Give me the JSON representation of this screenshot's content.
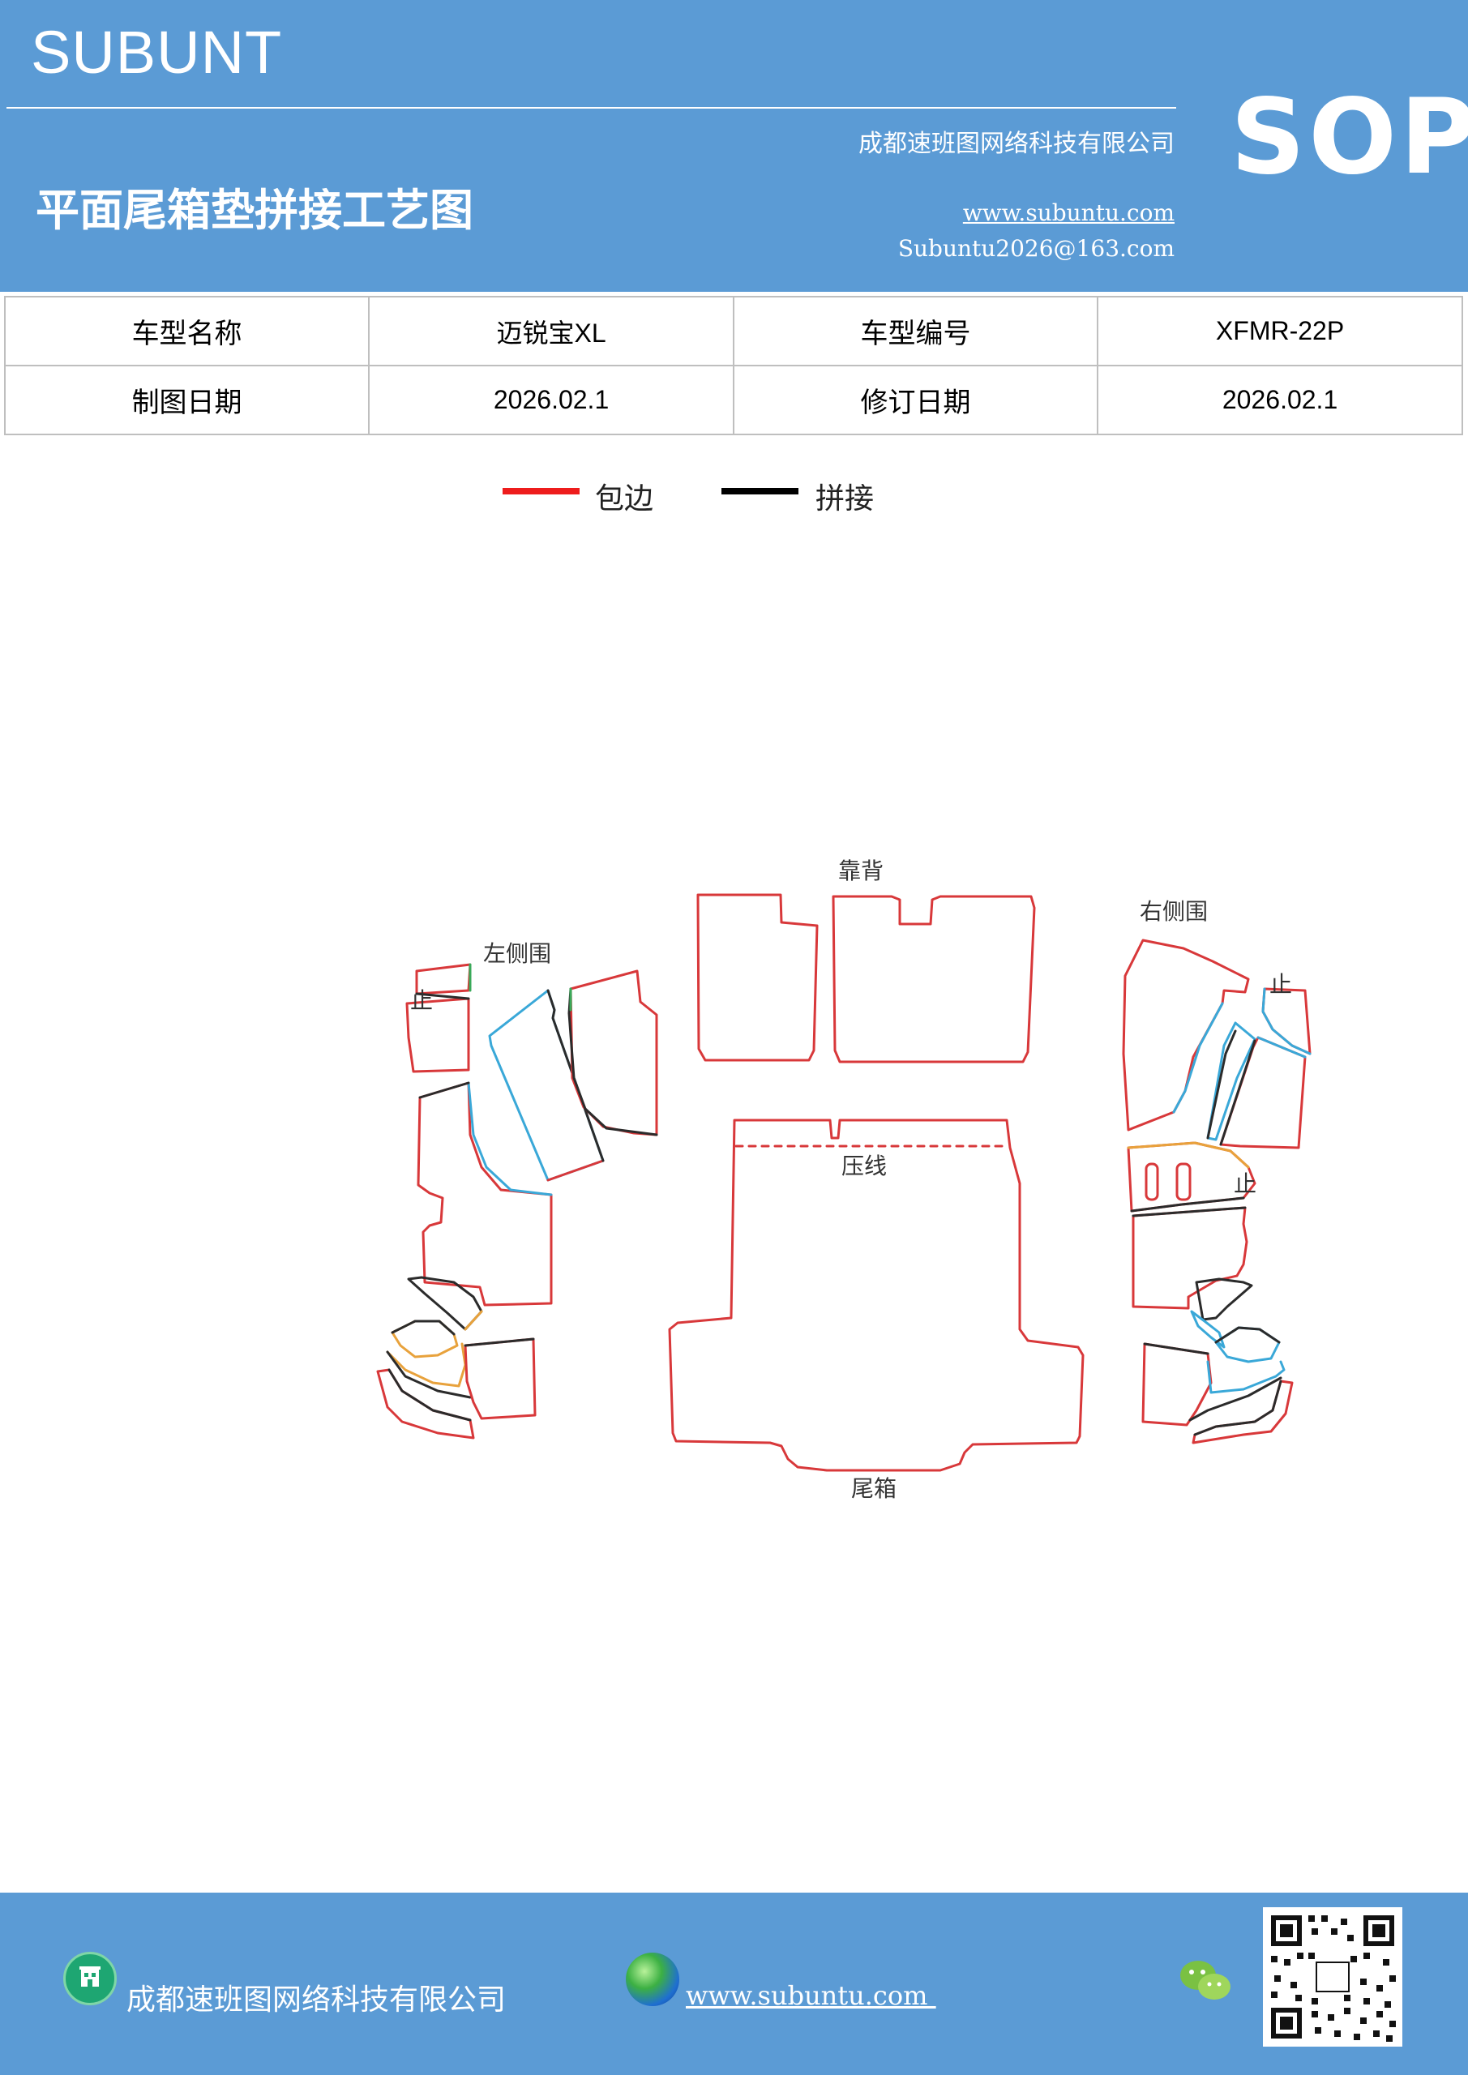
{
  "header": {
    "brand": "SUBUNT",
    "badge": "SOP",
    "company": "成都速班图网络科技有限公司",
    "title": "平面尾箱垫拼接工艺图",
    "website": "www.subuntu.com",
    "email": "Subuntu2026@163.com"
  },
  "info_table": {
    "rows": [
      [
        "车型名称",
        "迈锐宝XL",
        "车型编号",
        "XFMR-22P"
      ],
      [
        "制图日期",
        "2026.02.1",
        "修订日期",
        "2026.02.1"
      ]
    ]
  },
  "legend": [
    {
      "label": "包边",
      "color": "#ee1c1c"
    },
    {
      "label": "拼接",
      "color": "#000000"
    }
  ],
  "diagram": {
    "labels": {
      "backrest": "靠背",
      "left_side": "左侧围",
      "right_side": "右侧围",
      "press_line": "压线",
      "trunk": "尾箱",
      "stop": "止"
    },
    "colors": {
      "edge": "#d8383a",
      "join": "#2b2b2b",
      "blue": "#3aa8d8",
      "orange": "#e8a23c",
      "green": "#3aaa5a"
    }
  },
  "footer": {
    "company": "成都速班图网络科技有限公司",
    "website": "www.subuntu.com ",
    "icons": [
      "building-icon",
      "globe-icon",
      "wechat-icon",
      "qr-code"
    ]
  }
}
